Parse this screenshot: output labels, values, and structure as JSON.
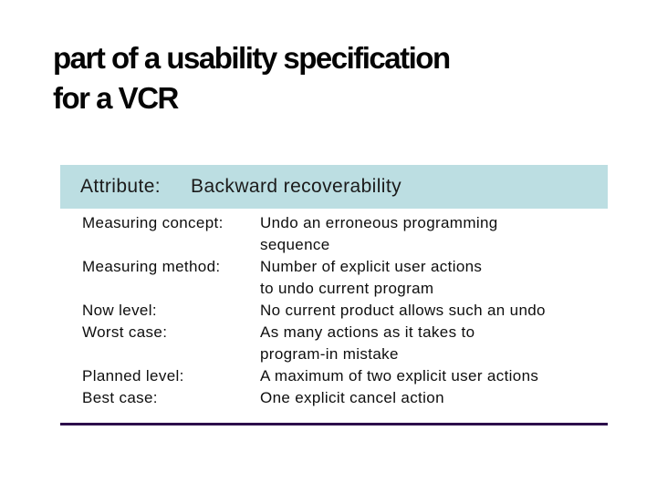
{
  "slide": {
    "title_line1": "part of a usability specification",
    "title_line2": "for a VCR",
    "attribute": {
      "label": "Attribute:",
      "value": "Backward recoverability"
    },
    "rows": [
      {
        "label": "Measuring concept:",
        "lines": [
          "Undo an erroneous programming",
          "sequence"
        ]
      },
      {
        "label": "Measuring method:",
        "lines": [
          "Number of explicit user actions",
          "to undo current program"
        ]
      },
      {
        "label": "Now level:",
        "lines": [
          "No current product allows such an undo"
        ]
      },
      {
        "label": "Worst case:",
        "lines": [
          "As many actions as it takes to",
          "program-in mistake"
        ]
      },
      {
        "label": "Planned level:",
        "lines": [
          "A maximum of two explicit user actions"
        ]
      },
      {
        "label": "Best case:",
        "lines": [
          "One explicit cancel action"
        ]
      }
    ],
    "colors": {
      "attribute_bar": "#bcdee2",
      "bottom_rule": "#2c0c4b",
      "text": "#0e0e0e"
    }
  }
}
